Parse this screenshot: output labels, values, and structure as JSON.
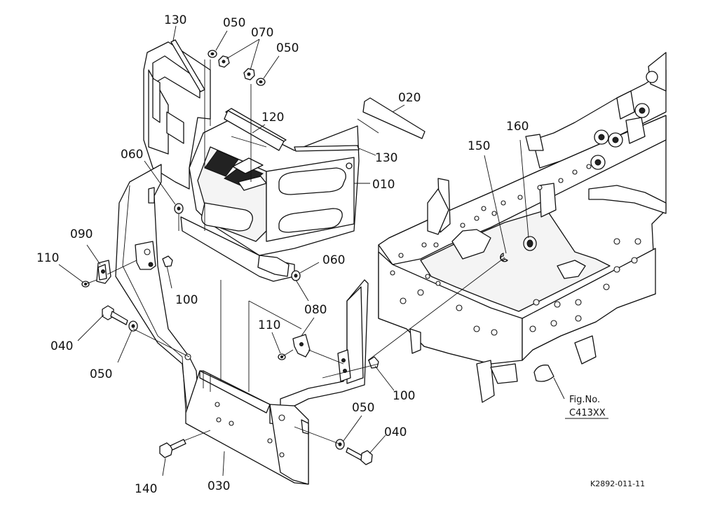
{
  "callouts": {
    "p130_top": "130",
    "p050_a": "050",
    "p070": "070",
    "p050_b": "050",
    "p020": "020",
    "p120": "120",
    "p130_mid": "130",
    "p010": "010",
    "p060_a": "060",
    "p060_b": "060",
    "p090": "090",
    "p110_a": "110",
    "p100_a": "100",
    "p040_a": "040",
    "p050_c": "050",
    "p080": "080",
    "p110_b": "110",
    "p100_b": "100",
    "p150": "150",
    "p160": "160",
    "p050_d": "050",
    "p040_b": "040",
    "p140": "140",
    "p030": "030"
  },
  "figure_ref": {
    "line1": "Fig.No.",
    "line2": "C413XX"
  },
  "drawing_number": "K2892-011-11"
}
